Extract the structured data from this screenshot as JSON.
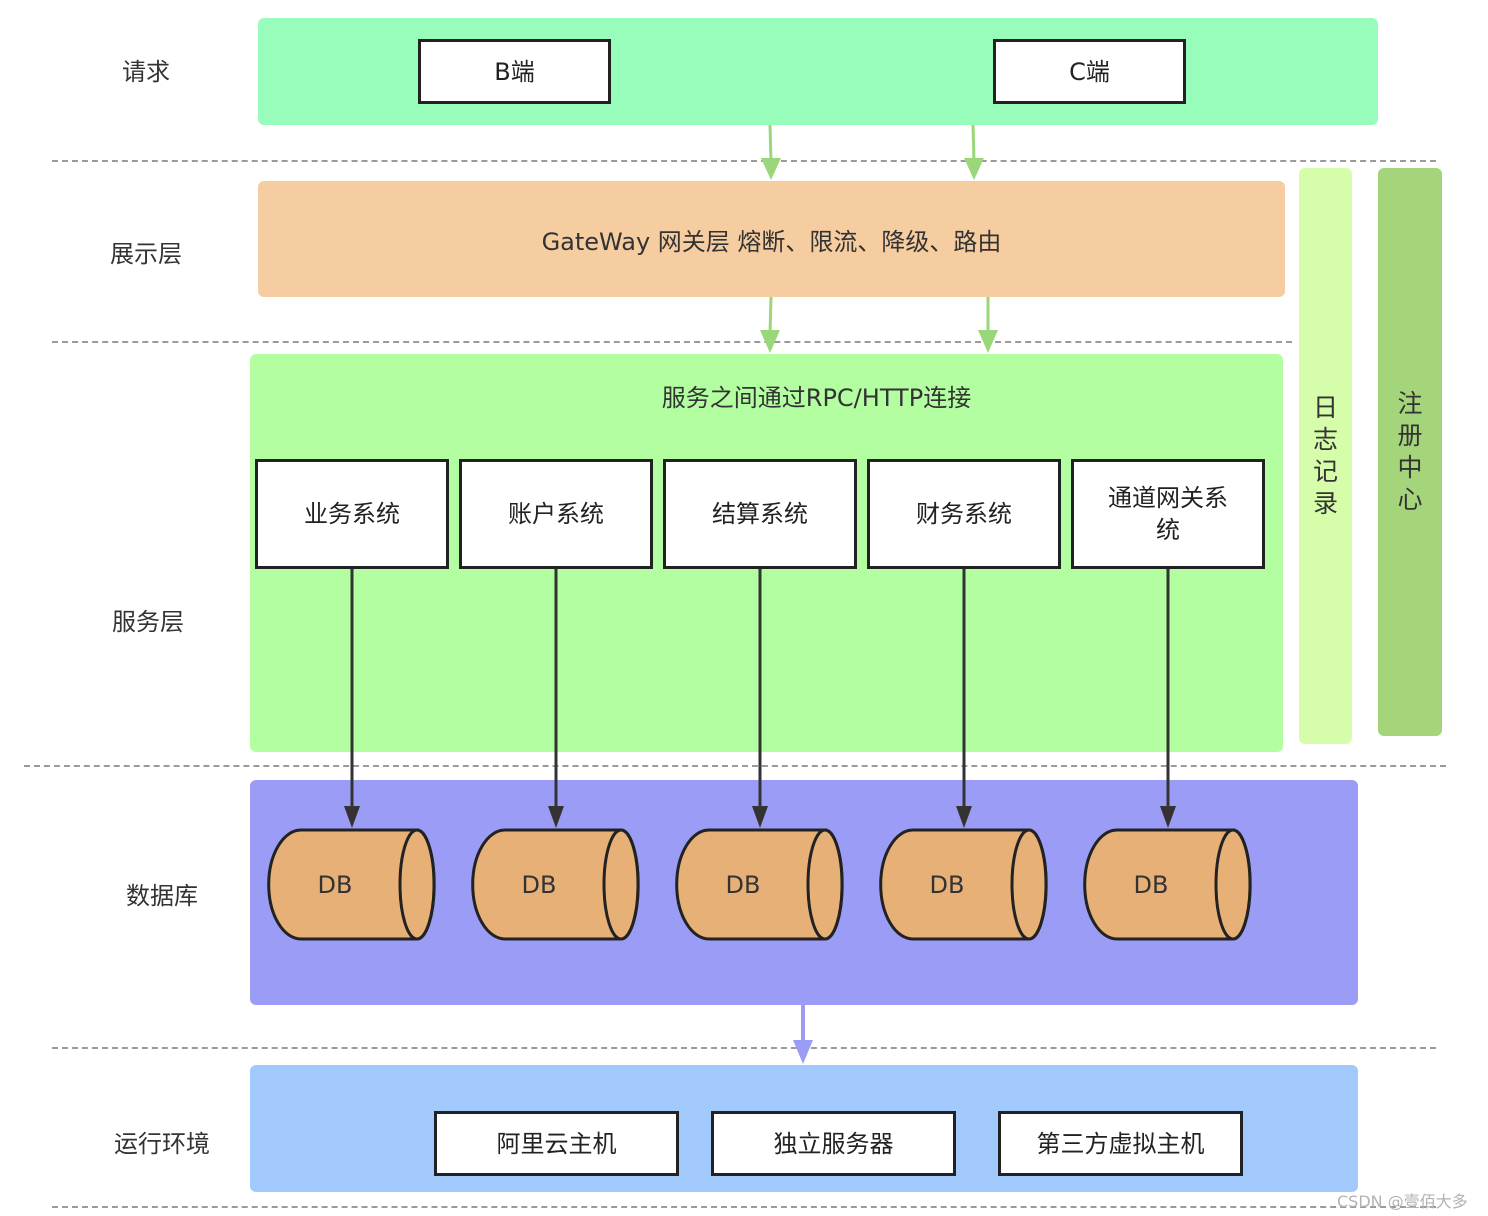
{
  "layers": {
    "request": "请求",
    "presentation": "展示层",
    "service": "服务层",
    "database": "数据库",
    "runtime": "运行环境"
  },
  "request": {
    "b_end": "B端",
    "c_end": "C端"
  },
  "gateway": {
    "text": "GateWay 网关层 熔断、限流、降级、路由"
  },
  "services": {
    "header": "服务之间通过RPC/HTTP连接",
    "items": [
      "业务系统",
      "账户系统",
      "结算系统",
      "财务系统",
      "通道网关系统"
    ]
  },
  "databases": {
    "items": [
      "DB",
      "DB",
      "DB",
      "DB",
      "DB"
    ]
  },
  "runtime": {
    "items": [
      "阿里云主机",
      "独立服务器",
      "第三方虚拟主机"
    ]
  },
  "side": {
    "log": [
      "日",
      "志",
      "记",
      "录"
    ],
    "registry": [
      "注",
      "册",
      "中",
      "心"
    ]
  },
  "watermark": "CSDN @壹佰大多",
  "colors": {
    "request_panel": "#98fcba",
    "gateway_panel": "#f6cda0",
    "service_panel": "#b2fea0",
    "database_panel": "#9b9cf6",
    "runtime_panel": "#a2c9fc",
    "log_panel": "#d6feaa",
    "registry_panel": "#a4d57a",
    "db_fill": "#e7b077",
    "green_arrow": "#9ad77a",
    "purple_arrow": "#9b9cf6"
  }
}
